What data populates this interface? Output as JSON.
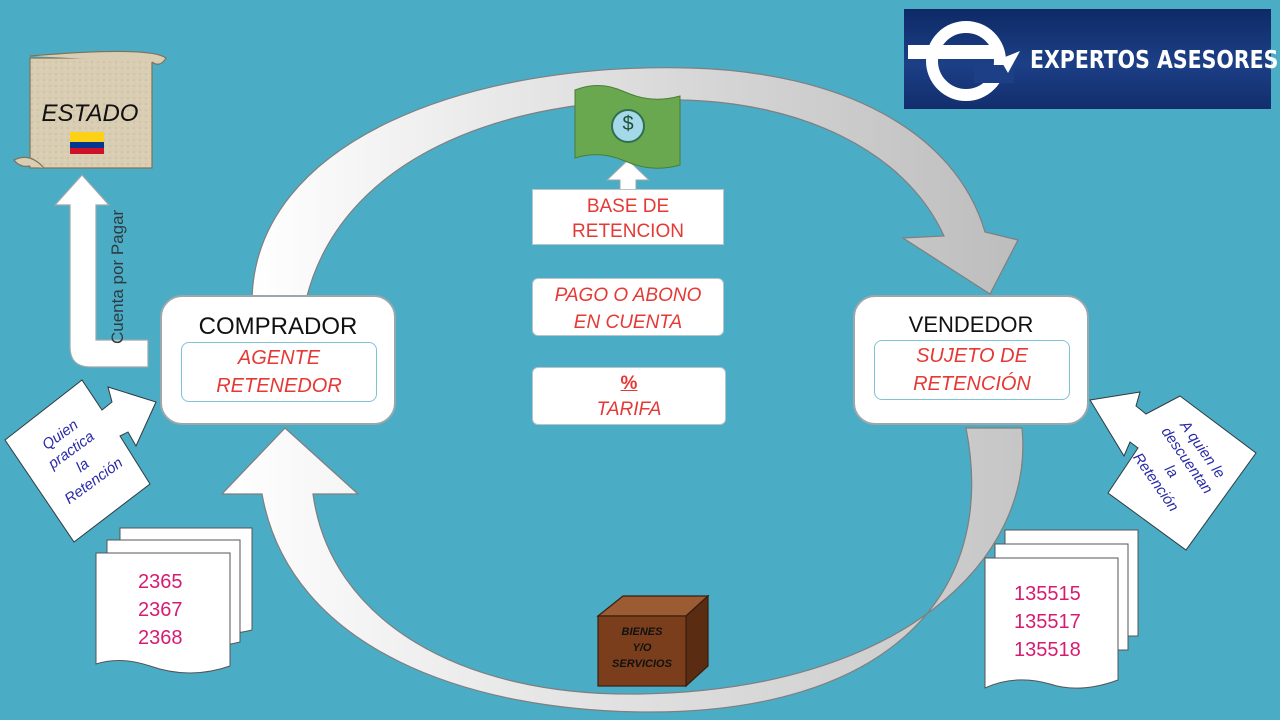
{
  "logo": {
    "text": "EXPERTOS ASESORES"
  },
  "estado": {
    "label": "ESTADO"
  },
  "cuenta_por_pagar": "Cuenta por Pagar",
  "comprador": {
    "title": "COMPRADOR",
    "role_line1": "AGENTE",
    "role_line2": "RETENEDOR"
  },
  "vendedor": {
    "title": "VENDEDOR",
    "role_line1": "SUJETO DE",
    "role_line2": "RETENCIÓN"
  },
  "money": {
    "symbol": "$"
  },
  "base": {
    "line1": "BASE DE",
    "line2": "RETENCION"
  },
  "pago": {
    "line1": "PAGO O ABONO",
    "line2": "EN CUENTA"
  },
  "tarifa": {
    "symbol": "%",
    "label": "TARIFA"
  },
  "bienes": {
    "line1": "BIENES",
    "line2": "Y/O",
    "line3": "SERVICIOS"
  },
  "callout_left": {
    "line1": "Quien",
    "line2": "practica",
    "line3": "la",
    "line4": "Retención"
  },
  "callout_right": {
    "line1": "A quien le",
    "line2": "descuentan",
    "line3": "la",
    "line4": "Retención"
  },
  "accounts_left": [
    "2365",
    "2367",
    "2368"
  ],
  "accounts_right": [
    "135515",
    "135517",
    "135518"
  ],
  "colors": {
    "background": "#4bacc6",
    "red_text": "#e53935",
    "blue_text": "#2a2aa8",
    "pink_text": "#d81b72",
    "money_green": "#6aa84f",
    "box_brown": "#7a3e1d",
    "logo_navy": "#14306e"
  }
}
